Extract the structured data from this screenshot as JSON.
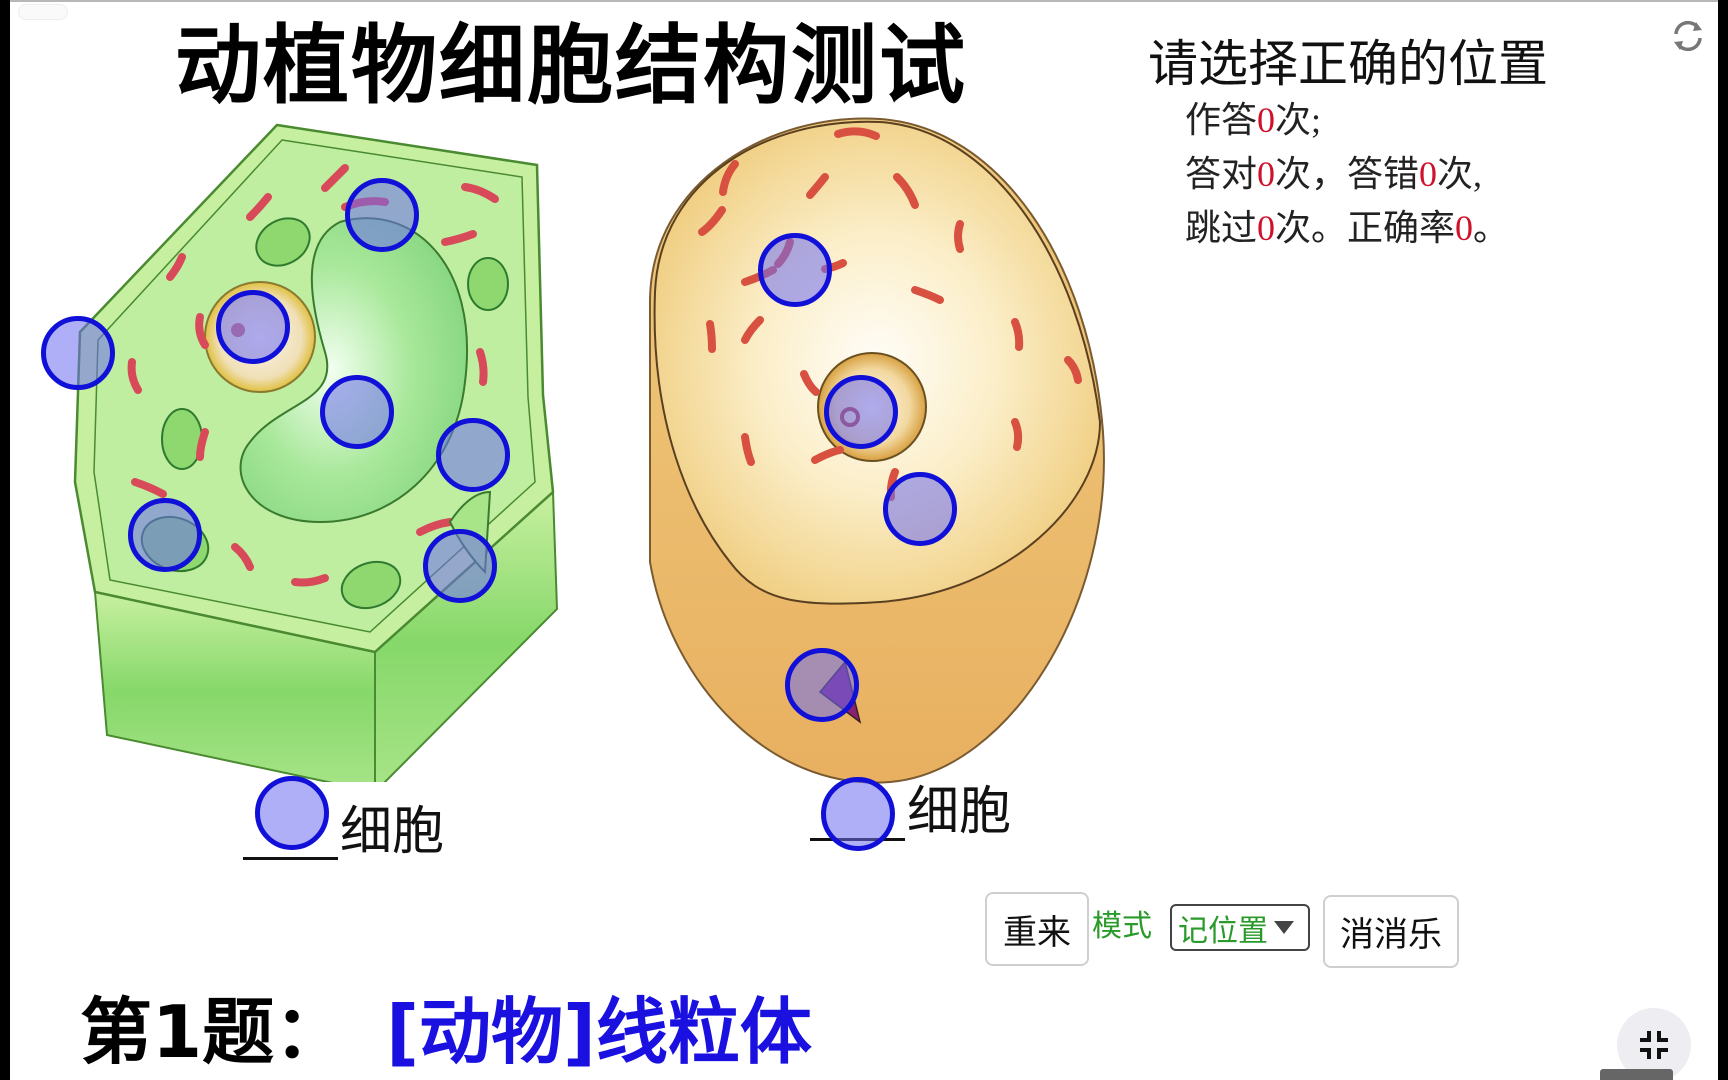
{
  "header": {
    "title": "动植物细胞结构测试",
    "instruction": "请选择正确的位置"
  },
  "stats": {
    "answered_prefix": "作答",
    "answered": "0",
    "answered_suffix": "次;",
    "correct_prefix": "答对",
    "correct": "0",
    "correct_suffix": "次，",
    "wrong_prefix": "答错",
    "wrong": "0",
    "wrong_suffix": "次,",
    "skipped_prefix": "跳过",
    "skipped": "0",
    "skipped_suffix": "次。",
    "accuracy_prefix": "正确率",
    "accuracy": "0",
    "accuracy_suffix": "。"
  },
  "plant_cell": {
    "label_suffix": "细胞",
    "hotspot_count": 8
  },
  "animal_cell": {
    "label_suffix": "细胞",
    "hotspot_count": 4
  },
  "controls": {
    "restart_label": "重来",
    "mode_label": "模式",
    "mode_selected": "记位置",
    "game_label": "消消乐"
  },
  "question": {
    "prefix": "第1题：",
    "answer": "[动物]线粒体"
  },
  "icons": {
    "refresh": "refresh-icon",
    "collapse": "collapse-fullscreen-icon",
    "dropdown": "caret-down-icon"
  },
  "colors": {
    "hotspot_fill": "#8c8cf0",
    "hotspot_border": "#1010d8",
    "stat_number": "#d0112b",
    "mode_text": "#2a9a2a",
    "question_answer": "#1a10e0"
  }
}
